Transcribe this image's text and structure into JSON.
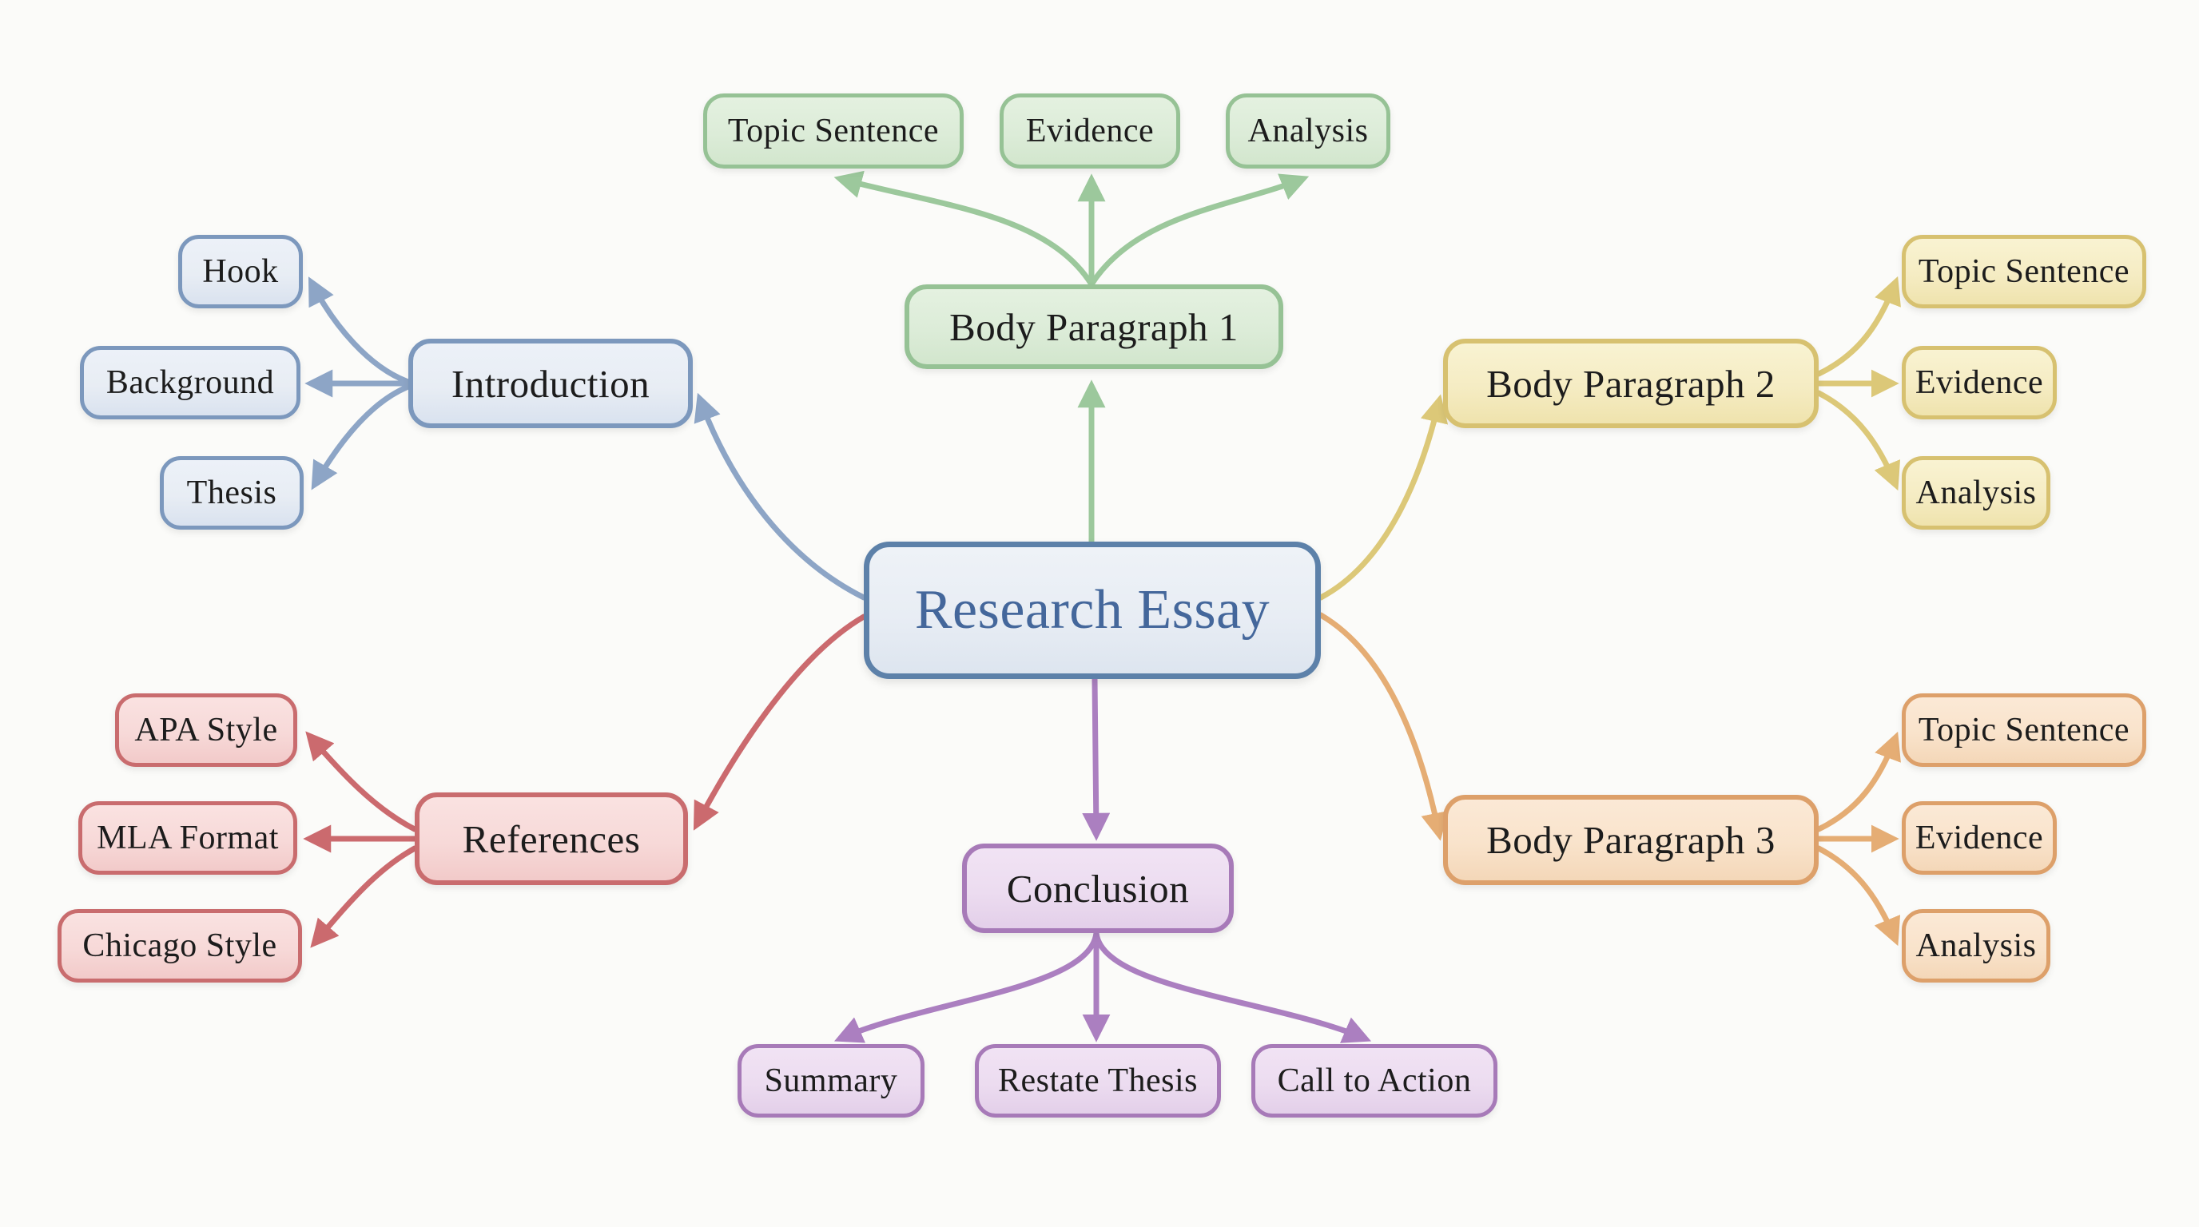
{
  "diagram_title": "Research Essay mind map",
  "palette": {
    "node_text": "#1c1c1c",
    "blue_fill": "#e8edf4",
    "blue_border": "#7c98bd",
    "blue_arrow": "#8da5c6",
    "blue_text": "#44679b",
    "green_fill": "#dcecd8",
    "green_border": "#96c295",
    "green_arrow": "#9cc89c",
    "yellow_fill": "#f5ecc3",
    "yellow_border": "#d7c170",
    "yellow_arrow": "#dcc878",
    "red_fill": "#f7d9d8",
    "red_border": "#c96c6e",
    "red_arrow": "#cb6a6e",
    "orange_fill": "#f9e3cb",
    "orange_border": "#dda06a",
    "orange_arrow": "#e5ad74",
    "purple_fill": "#ecdcf0",
    "purple_border": "#a77ab8",
    "purple_arrow": "#ab7fc0"
  },
  "nodes": {
    "research_essay": {
      "label": "Research Essay"
    },
    "body_paragraph_1": {
      "label": "Body Paragraph 1"
    },
    "bp1_topic_sentence": {
      "label": "Topic Sentence"
    },
    "bp1_evidence": {
      "label": "Evidence"
    },
    "bp1_analysis": {
      "label": "Analysis"
    },
    "introduction": {
      "label": "Introduction"
    },
    "hook": {
      "label": "Hook"
    },
    "background": {
      "label": "Background"
    },
    "thesis": {
      "label": "Thesis"
    },
    "body_paragraph_2": {
      "label": "Body Paragraph 2"
    },
    "bp2_topic_sentence": {
      "label": "Topic Sentence"
    },
    "bp2_evidence": {
      "label": "Evidence"
    },
    "bp2_analysis": {
      "label": "Analysis"
    },
    "references": {
      "label": "References"
    },
    "apa_style": {
      "label": "APA Style"
    },
    "mla_format": {
      "label": "MLA Format"
    },
    "chicago_style": {
      "label": "Chicago Style"
    },
    "body_paragraph_3": {
      "label": "Body Paragraph 3"
    },
    "bp3_topic_sentence": {
      "label": "Topic Sentence"
    },
    "bp3_evidence": {
      "label": "Evidence"
    },
    "bp3_analysis": {
      "label": "Analysis"
    },
    "conclusion": {
      "label": "Conclusion"
    },
    "summary": {
      "label": "Summary"
    },
    "restate_thesis": {
      "label": "Restate Thesis"
    },
    "call_to_action": {
      "label": "Call to Action"
    }
  }
}
